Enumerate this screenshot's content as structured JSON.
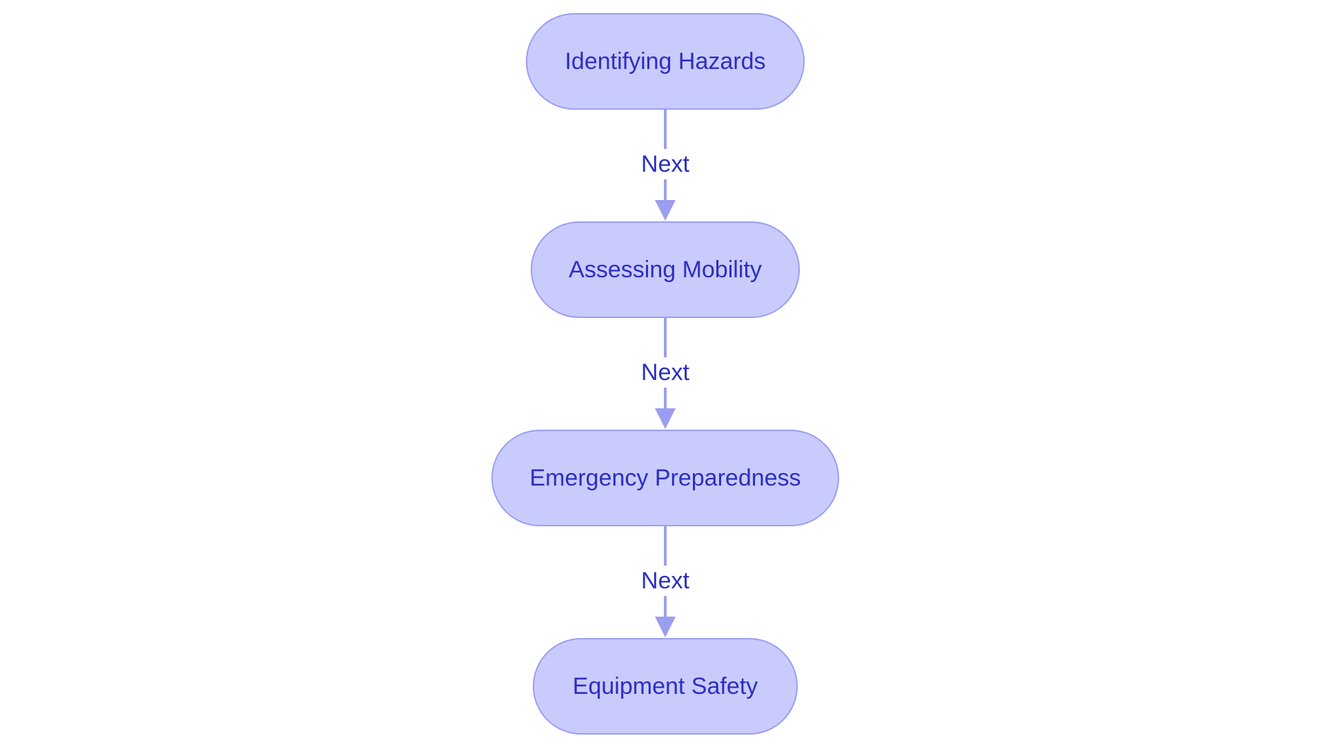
{
  "colors": {
    "background": "#ffffff",
    "node_fill": "#c9cbfd",
    "node_stroke": "#9a9ef0",
    "text": "#2c2fbf",
    "edge": "#9a9ef0",
    "edge_label_bg": "#ffffff"
  },
  "flow": {
    "nodes": [
      {
        "label": "Identifying Hazards"
      },
      {
        "label": "Assessing Mobility"
      },
      {
        "label": "Emergency Preparedness"
      },
      {
        "label": "Equipment Safety"
      }
    ],
    "edges": [
      {
        "label": "Next"
      },
      {
        "label": "Next"
      },
      {
        "label": "Next"
      }
    ]
  }
}
